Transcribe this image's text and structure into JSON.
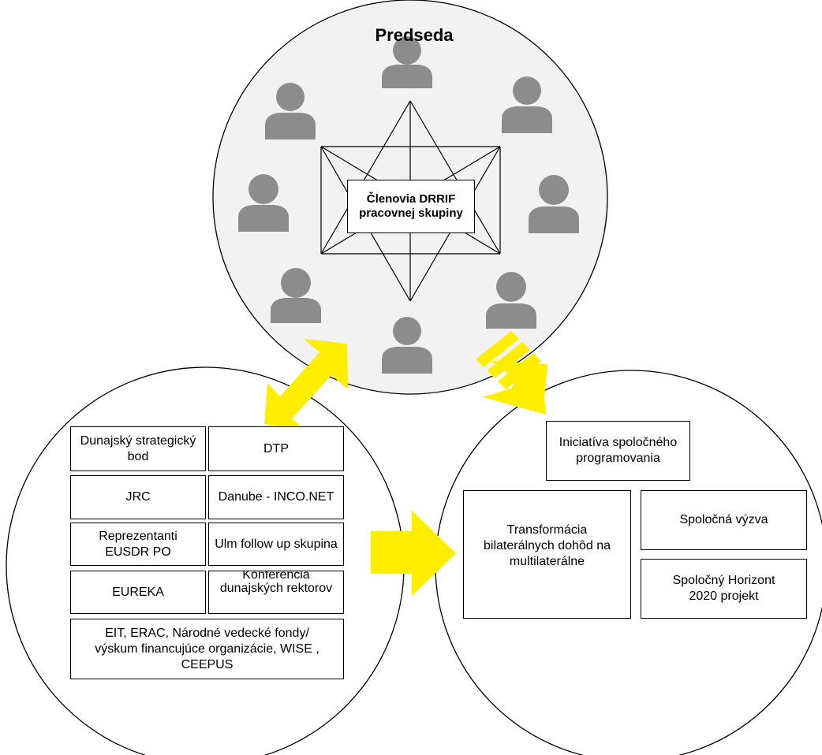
{
  "top_circle": {
    "title": "Predseda",
    "center_label": "Členovia DRRIF pracovnej skupiny",
    "member_count": 8
  },
  "left_circle": {
    "boxes": [
      "Dunajský strategický bod",
      "DTP",
      "JRC",
      "Danube - INCO.NET",
      "Reprezentanti EUSDR PO",
      "Ulm follow up skupina",
      "EUREKA",
      "Konferencia dunajských rektorov",
      "EIT, ERAC, Národné vedecké fondy/ výskum financujúce organizácie, WISE , CEEPUS"
    ]
  },
  "right_circle": {
    "boxes": [
      "Iniciatíva spoločného programovania",
      "Transformácia bilaterálnych dohôd na multilaterálne",
      "Spoločná výzva",
      "Spoločný Horizont 2020 projekt"
    ]
  },
  "colors": {
    "arrow": "#ffee00",
    "person": "#8c8c8c",
    "top_circle_fill": "#f2f2f2",
    "outline": "#000000"
  },
  "icons": [
    "person-icon"
  ]
}
